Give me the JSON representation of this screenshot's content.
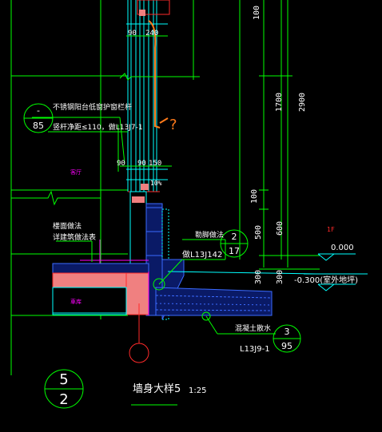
{
  "drawing": {
    "callout_left": {
      "top": "-",
      "bottom": "85"
    },
    "note_railing_1": "不锈钢阳台低窗护窗栏杆",
    "note_railing_2": "竖杆净距≤110，做L13J7-1",
    "dim_top_pair": [
      "90",
      "240"
    ],
    "dim_mid_pair": [
      "90",
      "90",
      "150"
    ],
    "slope_label": "10%",
    "room_upper": "客厅",
    "room_lower": "車库",
    "floor_note_1": "楼面做法",
    "floor_note_2": "详建筑做法表",
    "skirting_label": "勒脚做法",
    "skirting_ref": "做L13J142",
    "callout_skirt": {
      "top": "2",
      "bottom": "17"
    },
    "apron_label": "混凝土散水",
    "apron_ref": "L13J9-1",
    "callout_apron": {
      "top": "3",
      "bottom": "95"
    },
    "floor_mark": "1F",
    "level_1": "0.000",
    "level_2": "-0.300(室外地坪)",
    "vertical_dims_1": [
      "100",
      "1700",
      "600",
      "500",
      "300"
    ],
    "vertical_dims_2": [
      "2900",
      "300"
    ],
    "question_mark": "?",
    "section_symbol": {
      "top": "5",
      "bottom": "2"
    },
    "title": "墙身大样5",
    "scale": "1:25"
  },
  "colors": {
    "background": "#000000",
    "cyan": "#00ffff",
    "green": "#00ff00",
    "white": "#ffffff",
    "red": "#ff2a2a",
    "salmon": "#f08080",
    "blue": "#3b6bff",
    "orange": "#ff7a1a",
    "magenta": "#ff00ff",
    "yellow": "#ffff00"
  }
}
